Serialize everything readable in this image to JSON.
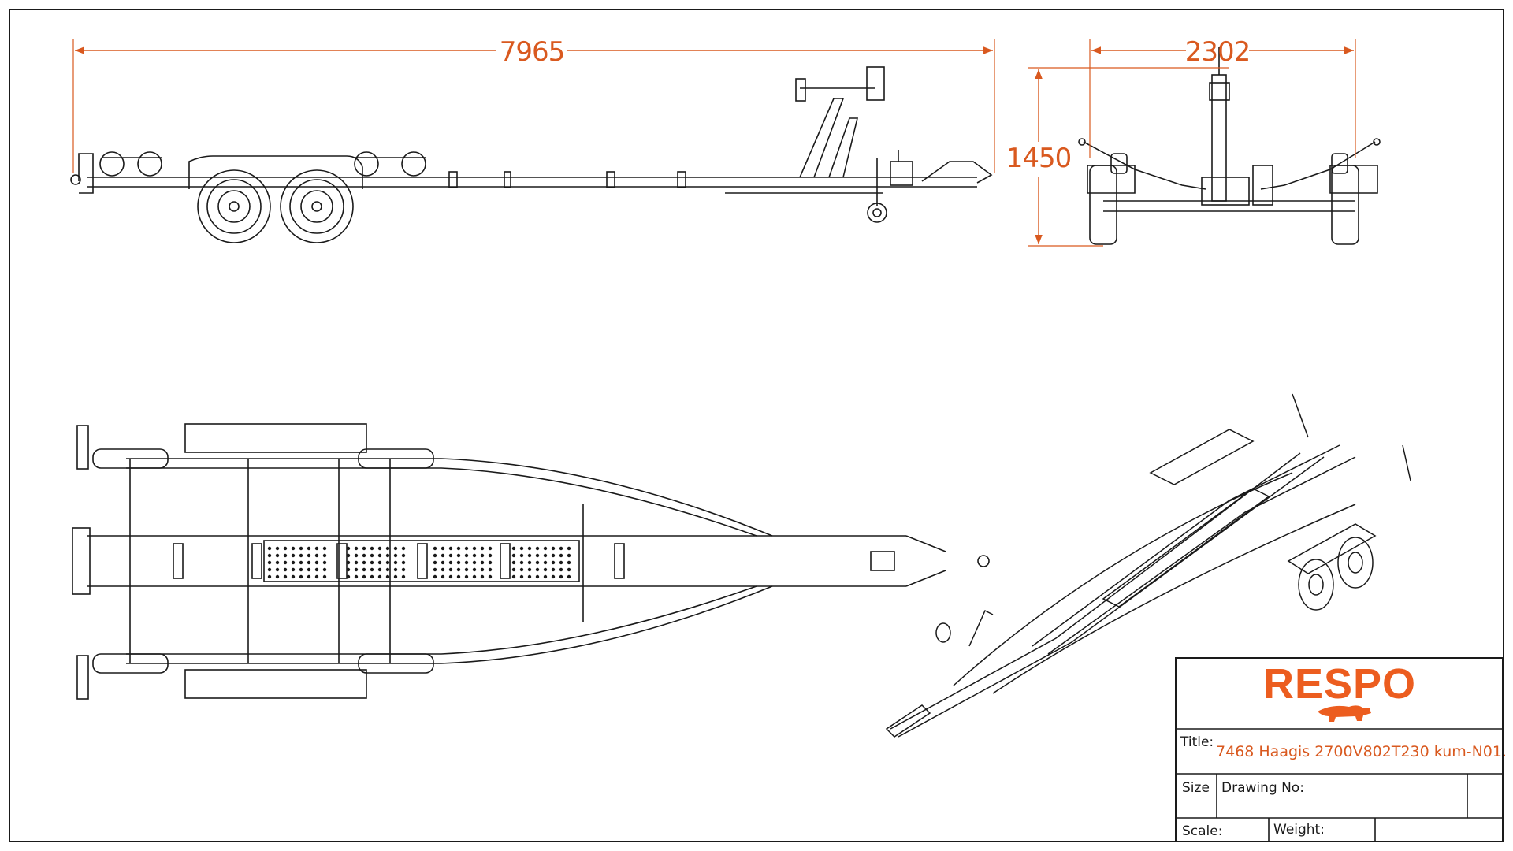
{
  "dimensions": {
    "overall_length": "7965",
    "overall_width": "2302",
    "overall_height": "1450"
  },
  "title_block": {
    "logo": "RESPO",
    "title_label": "Title:",
    "title_value": "7468 Haagis 2700V802T230 kum-N01.",
    "size_label": "Size",
    "drawing_no_label": "Drawing No:",
    "scale_label": "Scale:",
    "weight_label": "Weight:"
  },
  "colors": {
    "dimension": "#d9591f",
    "brand": "#ec5d1f",
    "line": "#1a1a1a"
  },
  "icons": {
    "logo_mark": "bull-icon"
  }
}
